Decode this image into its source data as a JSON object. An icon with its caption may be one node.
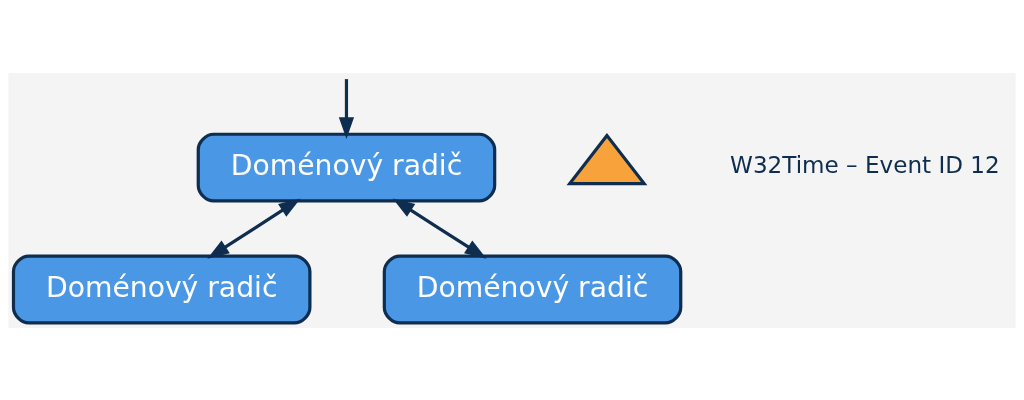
{
  "diagram": {
    "nodes": [
      {
        "text": [
          "Doménový radič"
        ]
      },
      {
        "text": [
          "Doménový radič"
        ]
      },
      {
        "text": [
          "Doménový radič"
        ]
      },
      {
        "text": [],
        "shape": "triangle"
      }
    ],
    "labels": [
      "W32Time – Event ID 12"
    ],
    "edges": [
      {
        "from": null,
        "to": 0,
        "arrow": "to"
      },
      {
        "from": 0,
        "to": 1,
        "arrow": "both"
      },
      {
        "from": 0,
        "to": 2,
        "arrow": "both"
      }
    ]
  }
}
